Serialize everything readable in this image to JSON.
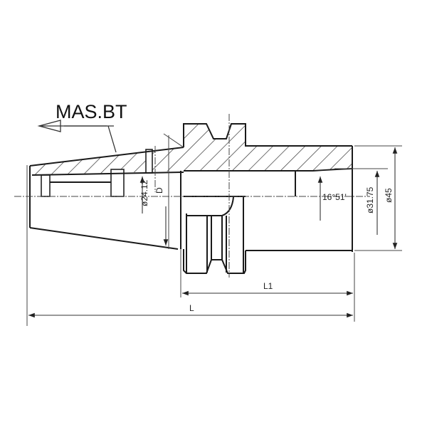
{
  "drawing": {
    "title": "MAS.BT",
    "type": "tool holder cross-section technical drawing",
    "line_color": "#222222",
    "background": "#ffffff"
  },
  "dimensions": {
    "bore_diameter": "ø24.12",
    "shank_dia_label": "D",
    "taper_angle": "16°51'",
    "inner_diameter": "ø31.75",
    "outer_diameter": "ø45",
    "length_L1": "L1",
    "length_L": "L"
  }
}
